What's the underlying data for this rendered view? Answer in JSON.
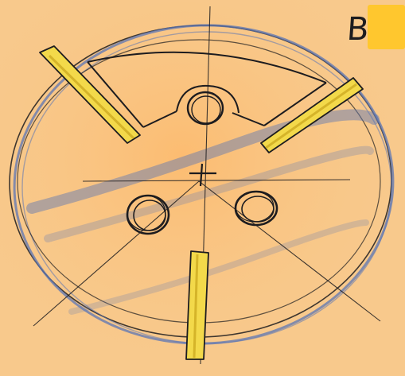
{
  "sheet": {
    "corner_label": "B",
    "colors": {
      "paper": "#f8c98c",
      "paper_glow": "#ffb15a",
      "ink": "#1d1c1f",
      "blue_pencil": "#5c76b4",
      "highlighter": "#f3d94a",
      "highlighter_dark": "#c9a51c",
      "tab": "#ffc72e"
    }
  },
  "sketch_elements": {
    "outer_disc": "ellipse",
    "inner_circle": "circle",
    "top_arc_slot": "arc-slot",
    "holes": [
      "top-hole",
      "left-hole",
      "right-hole"
    ],
    "spokes": [
      "upper-left",
      "upper-right",
      "bottom"
    ],
    "center_mark": "cross"
  }
}
